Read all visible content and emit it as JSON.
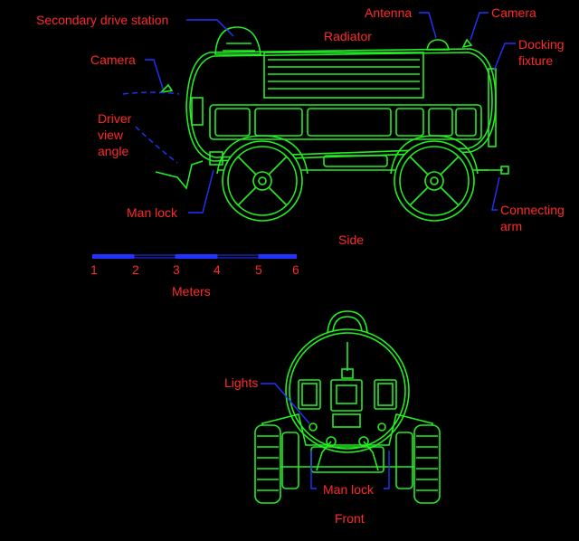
{
  "colors": {
    "background": "#000000",
    "label": "#ff2a2a",
    "vehicle": "#22ee22",
    "leader": "#2233ff"
  },
  "side_view": {
    "labels": {
      "secondary_drive_station": "Secondary drive station",
      "antenna": "Antenna",
      "camera_top": "Camera",
      "radiator": "Radiator",
      "docking_fixture_line1": "Docking",
      "docking_fixture_line2": "fixture",
      "camera_left": "Camera",
      "driver_view_line1": "Driver",
      "driver_view_line2": "view",
      "driver_view_line3": "angle",
      "man_lock": "Man lock",
      "connecting_arm_line1": "Connecting",
      "connecting_arm_line2": "arm",
      "caption": "Side"
    }
  },
  "scale_bar": {
    "ticks": [
      "1",
      "2",
      "3",
      "4",
      "5",
      "6"
    ],
    "unit": "Meters"
  },
  "front_view": {
    "labels": {
      "lights": "Lights",
      "man_lock": "Man lock",
      "caption": "Front"
    }
  }
}
